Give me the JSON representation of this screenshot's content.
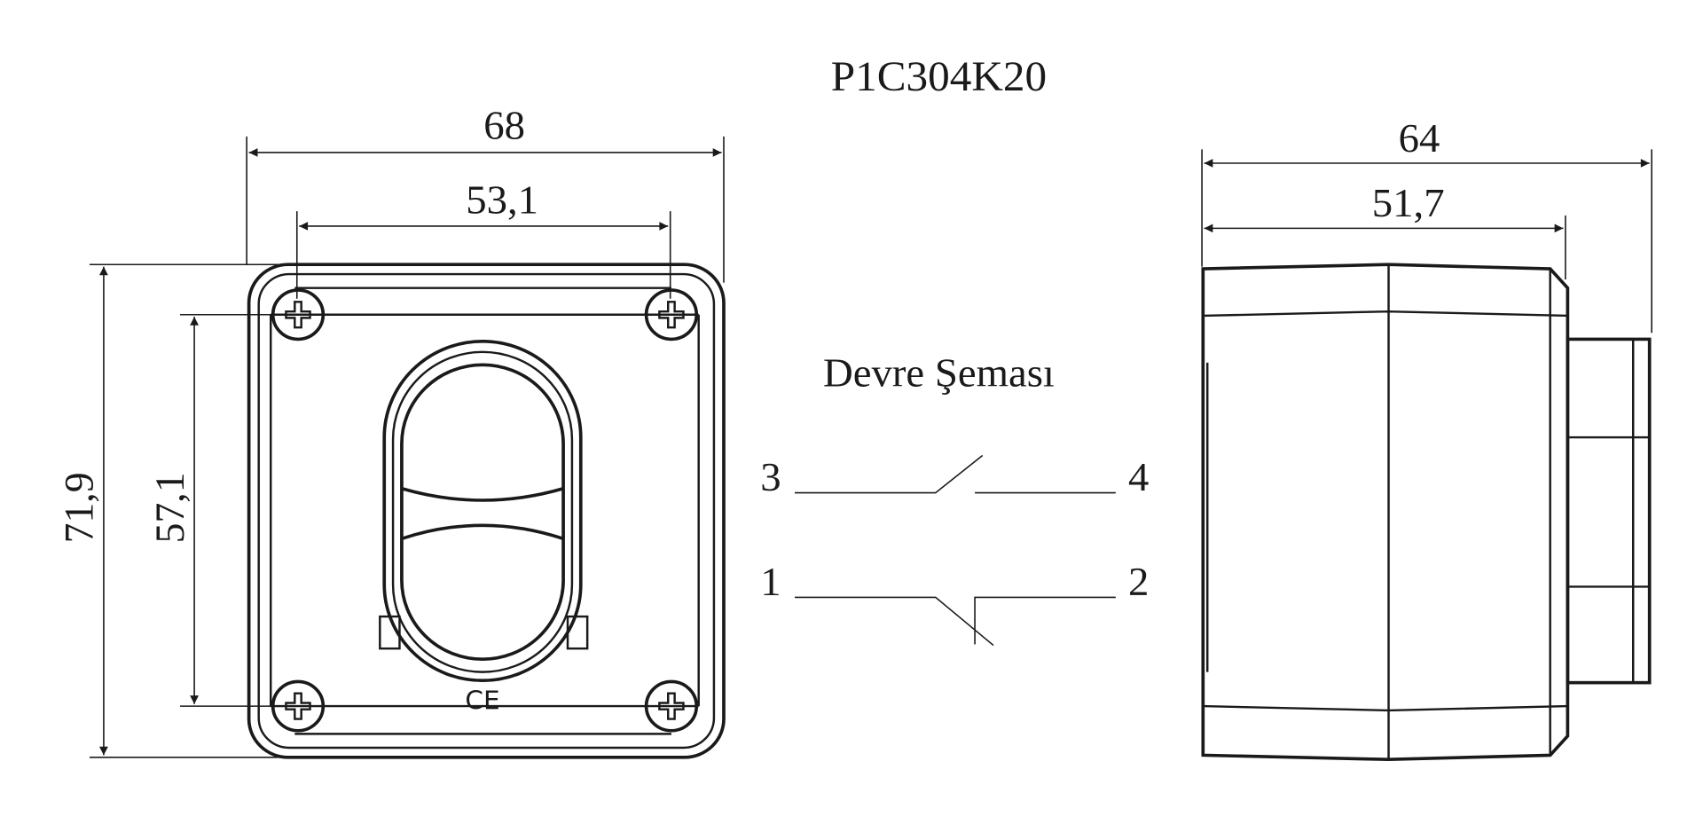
{
  "title": "P1C304K20",
  "front_view": {
    "width_total": "68",
    "width_holes": "53,1",
    "height_total": "71,9",
    "height_holes": "57,1"
  },
  "side_view": {
    "depth_total": "64",
    "depth_body": "51,7"
  },
  "circuit": {
    "title": "Devre Şeması",
    "no_contact": {
      "left": "3",
      "right": "4"
    },
    "nc_contact": {
      "left": "1",
      "right": "2"
    }
  },
  "colors": {
    "line": "#1a1a1a",
    "background": "#ffffff"
  }
}
